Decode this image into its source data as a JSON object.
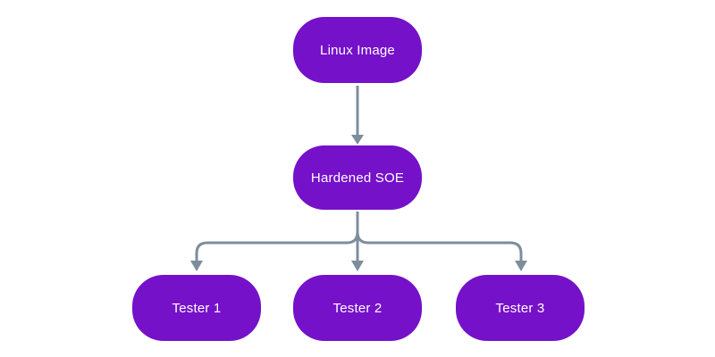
{
  "diagram": {
    "type": "flowchart",
    "direction": "top-down",
    "nodes": [
      {
        "id": "linux-image",
        "label": "Linux Image"
      },
      {
        "id": "hardened-soe",
        "label": "Hardened SOE"
      },
      {
        "id": "tester-1",
        "label": "Tester 1"
      },
      {
        "id": "tester-2",
        "label": "Tester 2"
      },
      {
        "id": "tester-3",
        "label": "Tester 3"
      }
    ],
    "edges": [
      {
        "from": "linux-image",
        "to": "hardened-soe"
      },
      {
        "from": "hardened-soe",
        "to": "tester-1"
      },
      {
        "from": "hardened-soe",
        "to": "tester-2"
      },
      {
        "from": "hardened-soe",
        "to": "tester-3"
      }
    ]
  },
  "colors": {
    "node_fill": "#7511C9",
    "node_text": "#FFFFFF",
    "connector": "#7D8D9B",
    "background": "#FFFFFF"
  }
}
